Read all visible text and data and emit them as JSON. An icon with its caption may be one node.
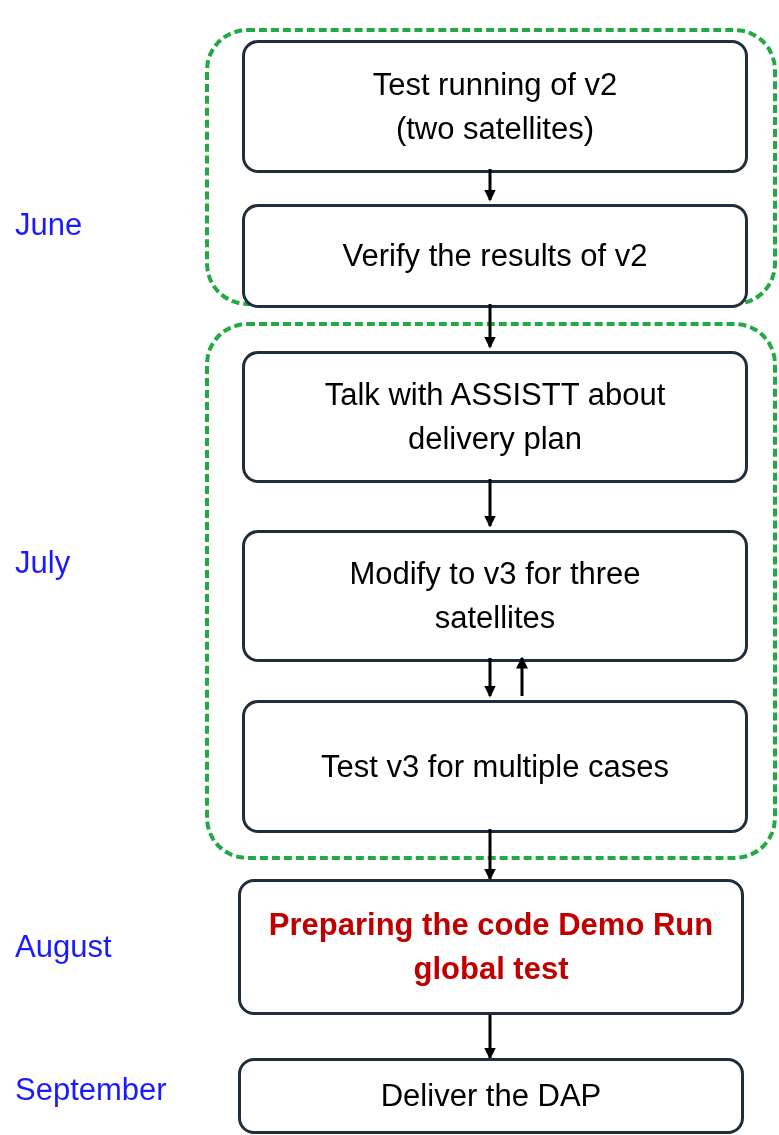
{
  "diagram": {
    "nodes": [
      {
        "text": [],
        "shape": "box"
      },
      {
        "text": [
          "Test running of v2 (two satellites)"
        ],
        "in": 0
      },
      {
        "text": [
          "Verify the results of v2"
        ],
        "in": 0
      },
      {
        "text": [],
        "shape": "box"
      },
      {
        "text": [
          "Talk with ASSISTT about delivery plan"
        ],
        "in": 3
      },
      {
        "text": [
          "Modify to v3 for three satellites"
        ],
        "in": 3
      },
      {
        "text": [
          "Test v3 for multiple cases"
        ],
        "in": 3
      },
      {
        "text": [
          "Preparing the code Demo Run global test"
        ]
      },
      {
        "text": [
          "Deliver the DAP"
        ]
      }
    ],
    "edges": [
      {
        "from": 1,
        "to": 2,
        "arrow": "to"
      },
      {
        "from": 2,
        "to": 4,
        "arrow": "to"
      },
      {
        "from": 4,
        "to": 5,
        "arrow": "to"
      },
      {
        "from": 5,
        "to": 6,
        "arrow": "to"
      },
      {
        "from": 6,
        "to": 5,
        "arrow": "to"
      },
      {
        "from": 6,
        "to": 7,
        "arrow": "to"
      },
      {
        "from": 7,
        "to": 8,
        "arrow": "to"
      }
    ],
    "labels": [
      "June",
      "July",
      "August",
      "September"
    ]
  }
}
